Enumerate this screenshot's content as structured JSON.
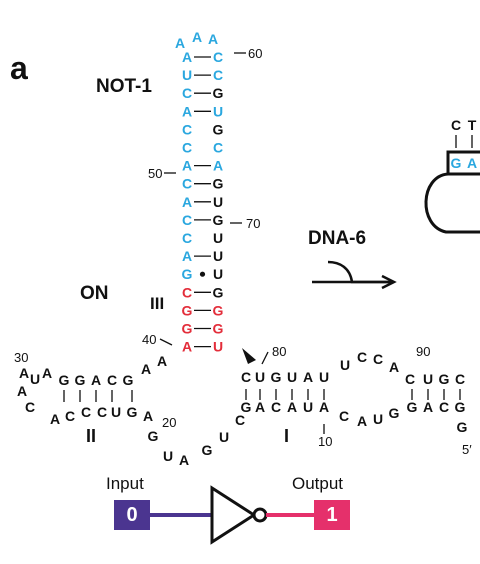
{
  "panel_label": "a",
  "labels": {
    "not1": "NOT-1",
    "on": "ON",
    "stem3": "III",
    "stem2": "II",
    "stem1": "I",
    "dna6": "DNA-6"
  },
  "markers": [
    "60",
    "50",
    "70",
    "40",
    "30",
    "20",
    "80",
    "90",
    "10",
    "5′"
  ],
  "colors": {
    "blue": "#2aa7df",
    "red": "#e32d3a",
    "black": "#111111",
    "purple": "#4b3590",
    "pink": "#e5306b"
  },
  "hairpin": {
    "left": [
      "A",
      "U",
      "C",
      "A",
      "C",
      "C",
      "A",
      "C",
      "A",
      "C",
      "C",
      "A",
      "G",
      "C",
      "G",
      "G",
      "A"
    ],
    "right": [
      "C",
      "C",
      "G",
      "U",
      "G",
      "C",
      "A",
      "G",
      "U",
      "G",
      "U",
      "U",
      "U",
      "G",
      "G",
      "G",
      "U"
    ],
    "left_colors": [
      "blue",
      "blue",
      "blue",
      "blue",
      "blue",
      "blue",
      "blue",
      "blue",
      "blue",
      "blue",
      "blue",
      "blue",
      "blue",
      "red",
      "red",
      "red",
      "red"
    ],
    "right_colors": [
      "blue",
      "blue",
      "black",
      "blue",
      "black",
      "blue",
      "blue",
      "black",
      "black",
      "black",
      "black",
      "black",
      "black",
      "black",
      "red",
      "red",
      "red"
    ],
    "bonds": [
      "–",
      "–",
      "–",
      "–",
      "",
      "",
      "–",
      "–",
      "–",
      "–",
      "",
      "–",
      "•",
      "–",
      "–",
      "–",
      "–"
    ],
    "loop": [
      "A",
      "A",
      "A"
    ]
  },
  "bottom": {
    "left_top": [
      "U",
      "A",
      "G",
      "G",
      "A",
      "C",
      "G",
      "A",
      "A"
    ],
    "left_bot": [
      "A",
      "C",
      "C",
      "C",
      "U",
      "G",
      "A"
    ],
    "left_end": [
      "A",
      "A",
      "C"
    ],
    "mid_loop": [
      "G",
      "U",
      "A",
      "G",
      "U",
      "C"
    ],
    "right_top": [
      "C",
      "U",
      "G",
      "U",
      "A",
      "U",
      "U",
      "C",
      "C",
      "A",
      "C",
      "U",
      "G",
      "C"
    ],
    "right_bot": [
      "G",
      "A",
      "C",
      "A",
      "U",
      "A",
      "C",
      "A",
      "U",
      "G",
      "G",
      "A",
      "C",
      "G",
      "G"
    ]
  },
  "partial_strand": {
    "top": [
      "C",
      "T"
    ],
    "boxed": [
      "G",
      "A"
    ]
  },
  "circuit": {
    "input_label": "Input",
    "output_label": "Output",
    "input_value": "0",
    "output_value": "1"
  }
}
